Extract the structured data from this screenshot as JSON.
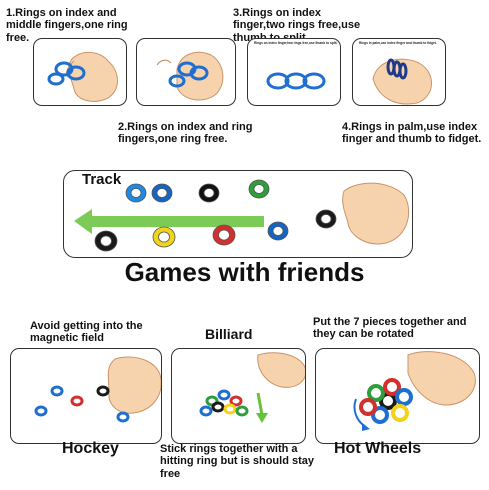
{
  "steps": [
    {
      "caption": "1.Rings on index and middle fingers,one ring free.",
      "illus_text": ""
    },
    {
      "caption": "2.Rings on index and ring fingers,one ring free.",
      "illus_text": ""
    },
    {
      "caption": "3.Rings on index finger,two rings free,use thumb to split.",
      "illus_text": "Rings on index finger,two rings free,use thumb to split."
    },
    {
      "caption": "4.Rings in palm,use index finger and thumb to fidget.",
      "illus_text": "Rings in palm,use index finger and thumb to fidget."
    }
  ],
  "track": {
    "label": "Track",
    "ring_colors": [
      "#1e88e5",
      "#1565c0",
      "#111111",
      "#2e9e3a",
      "#1a1a1a",
      "#f2d21a",
      "#d32f2f",
      "#1565c0",
      "#1a1a1a"
    ],
    "arrow_color": "#66c23a"
  },
  "section_title": "Games with friends",
  "games": [
    {
      "top_caption": "Avoid getting into the magnetic field",
      "bottom_caption": "Hockey"
    },
    {
      "top_caption": "Billiard",
      "bottom_caption": "Stick rings together with a hitting ring but is should stay free"
    },
    {
      "top_caption": "Put the 7 pieces together and they can be rotated",
      "bottom_caption": "Hot Wheels"
    }
  ],
  "colors": {
    "hand": "#f7d3ad",
    "hand_stroke": "#c9946a",
    "ring_blue": "#1e6fd0",
    "ring_green": "#2e9e3a",
    "ring_red": "#d32f2f",
    "ring_yellow": "#f2d21a"
  }
}
